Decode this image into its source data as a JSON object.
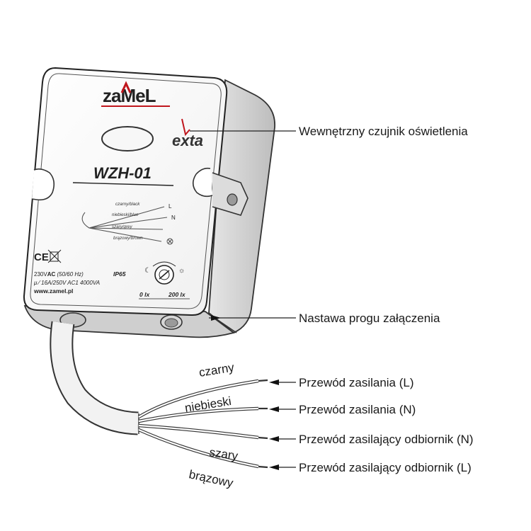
{
  "device": {
    "brand": "zaMeL",
    "sub_brand": "exta",
    "model": "WZH-01",
    "wire_legend": [
      "czarny/black",
      "niebieski/blue",
      "szary/grey",
      "brązowy/brown"
    ],
    "legend_marks": [
      "L",
      "N"
    ],
    "ce_mark": "CE",
    "voltage_prefix": "230V",
    "voltage_ac": "AC",
    "voltage_freq": "(50/60 Hz)",
    "ip": "IP65",
    "rating": "μ ⁄ 16A/250V AC1 4000VA",
    "website": "www.zamel.pl",
    "dial_min": "0 lx",
    "dial_max": "200 lx"
  },
  "callouts": {
    "sensor": "Wewnętrzny czujnik oświetlenia",
    "threshold": "Nastawa progu załączenia",
    "wire_l": "Przewód zasilania (L)",
    "wire_n": "Przewód zasilania (N)",
    "load_n": "Przewód zasilający odbiornik (N)",
    "load_l": "Przewód zasilający odbiornik (L)"
  },
  "wires": {
    "black": "czarny",
    "blue": "niebieski",
    "grey": "szary",
    "brown": "brązowy"
  }
}
